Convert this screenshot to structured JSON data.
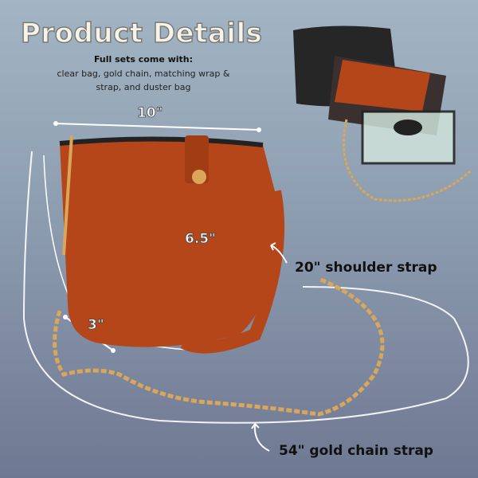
{
  "title": "Product Details",
  "subtitle_heading": "Full sets come with:",
  "subtitle_body": "clear bag, gold chain, matching wrap & strap, and duster bag",
  "dimensions": {
    "width": "10\"",
    "height": "6.5\"",
    "depth": "3\""
  },
  "callouts": {
    "shoulder_strap": "20\" shoulder strap",
    "chain_strap": "54\" gold chain strap"
  },
  "colors": {
    "leather": "#b5461a",
    "gold": "#d9a65a",
    "duster": "#2b2b2b"
  }
}
